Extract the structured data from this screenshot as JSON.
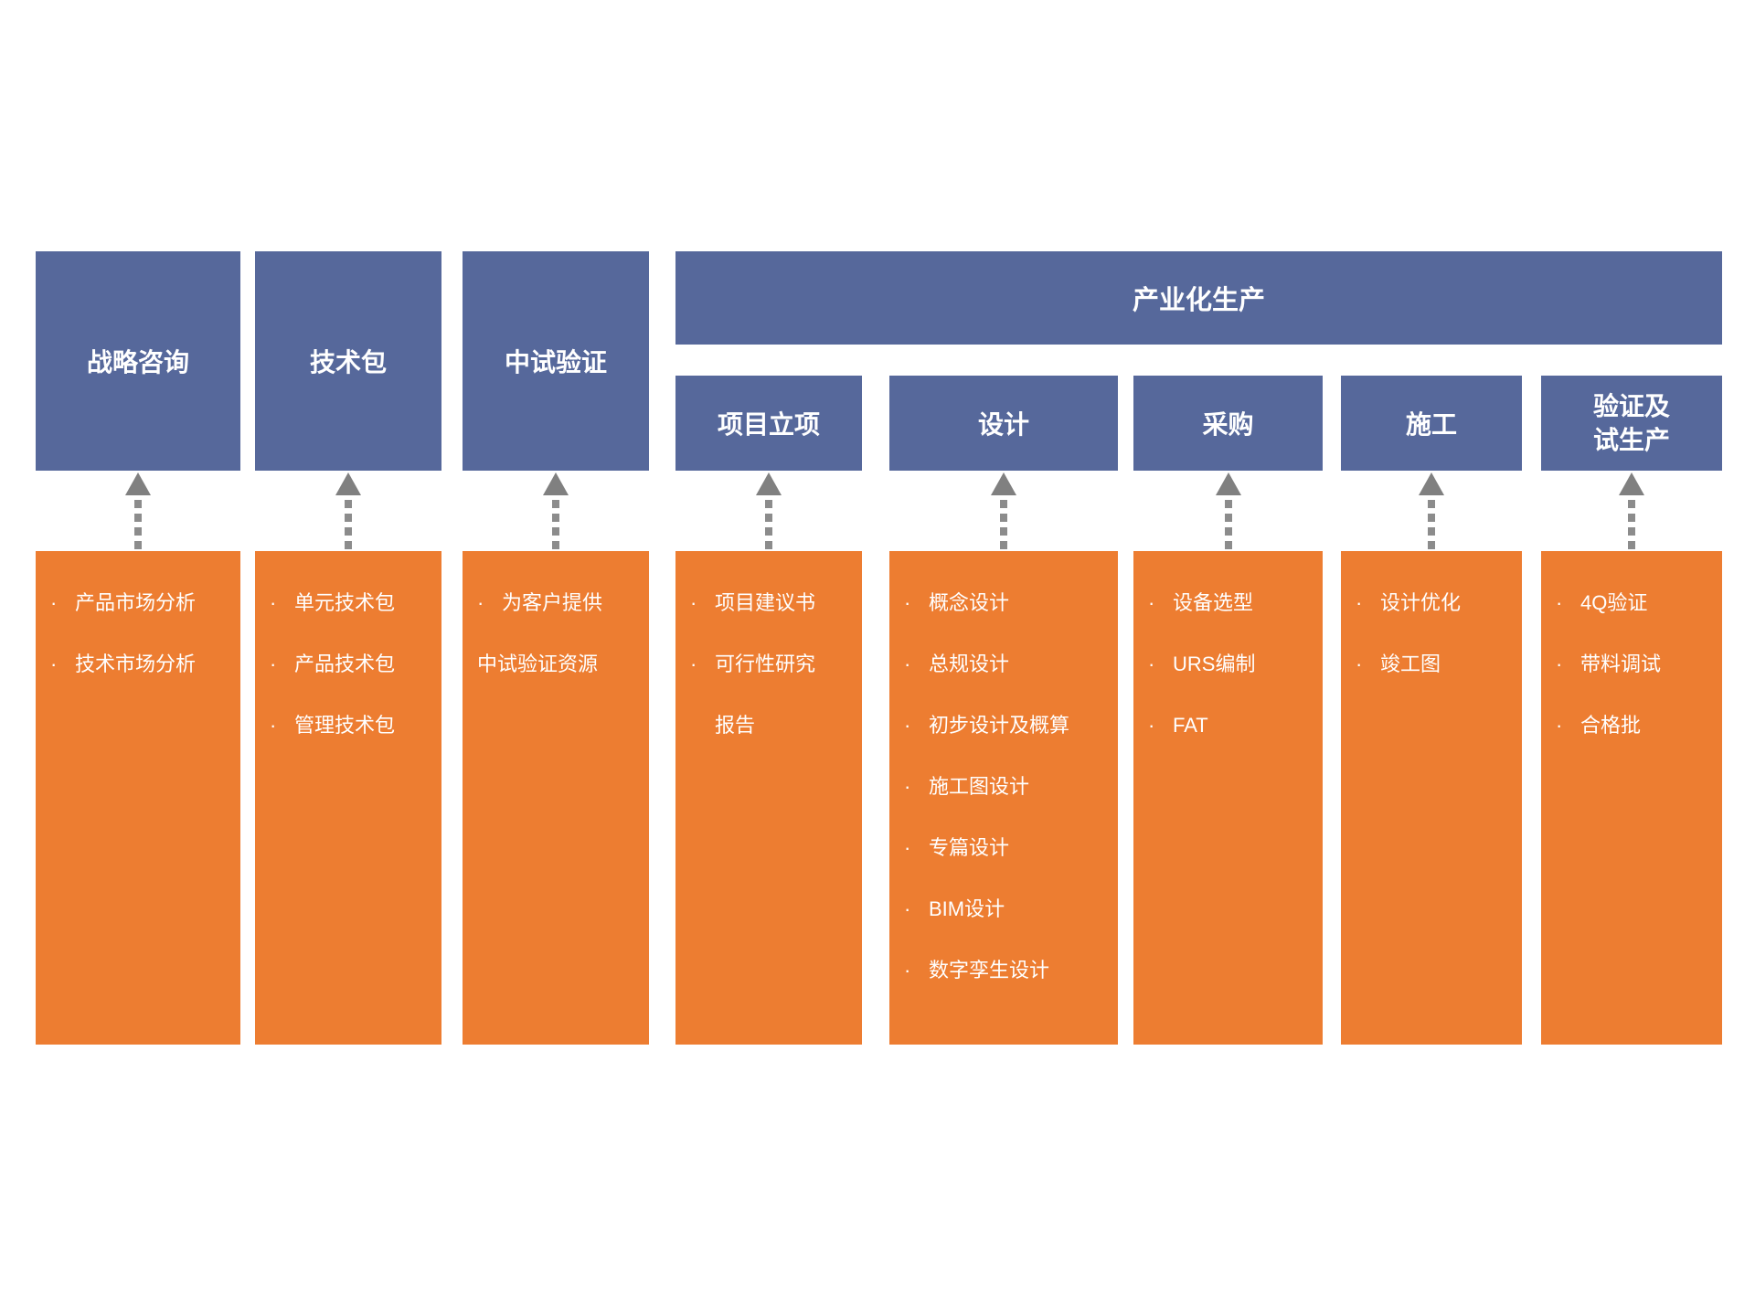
{
  "palette": {
    "header_blue": "#56689B",
    "body_orange": "#ED7D31",
    "arrow_gray": "#808080",
    "text_white": "#FFFFFF",
    "background": "#FFFFFF"
  },
  "top_banner": {
    "label": "产业化生产"
  },
  "columns": [
    {
      "header": "战略咨询",
      "items": [
        {
          "bullet": "·",
          "text": "产品市场分析"
        },
        {
          "bullet": "·",
          "text": "技术市场分析"
        }
      ]
    },
    {
      "header": "技术包",
      "items": [
        {
          "bullet": "·",
          "text": "单元技术包"
        },
        {
          "bullet": "·",
          "text": "产品技术包"
        },
        {
          "bullet": "·",
          "text": "管理技术包"
        }
      ]
    },
    {
      "header": "中试验证",
      "items": [
        {
          "bullet": "·",
          "text": "为客户提供"
        },
        {
          "bullet": "",
          "text": "中试验证资源"
        }
      ]
    },
    {
      "header": "项目立项",
      "items": [
        {
          "bullet": "·",
          "text": "项目建议书"
        },
        {
          "bullet": "·",
          "text": "可行性研究"
        },
        {
          "bullet": "",
          "text": "报告"
        }
      ]
    },
    {
      "header": "设计",
      "items": [
        {
          "bullet": "·",
          "text": "概念设计"
        },
        {
          "bullet": "·",
          "text": "总规设计"
        },
        {
          "bullet": "·",
          "text": "初步设计及概算"
        },
        {
          "bullet": "·",
          "text": "施工图设计"
        },
        {
          "bullet": "·",
          "text": "专篇设计"
        },
        {
          "bullet": "·",
          "text": "BIM设计"
        },
        {
          "bullet": "·",
          "text": "数字孪生设计"
        }
      ]
    },
    {
      "header": "采购",
      "items": [
        {
          "bullet": "·",
          "text": "设备选型"
        },
        {
          "bullet": "·",
          "text": "URS编制"
        },
        {
          "bullet": "·",
          "text": "FAT"
        }
      ]
    },
    {
      "header": "施工",
      "items": [
        {
          "bullet": "·",
          "text": "设计优化"
        },
        {
          "bullet": "·",
          "text": "竣工图"
        }
      ]
    },
    {
      "header": "验证及试生产",
      "items": [
        {
          "bullet": "·",
          "text": "4Q验证"
        },
        {
          "bullet": "·",
          "text": "带料调试"
        },
        {
          "bullet": "·",
          "text": "合格批"
        }
      ]
    }
  ]
}
